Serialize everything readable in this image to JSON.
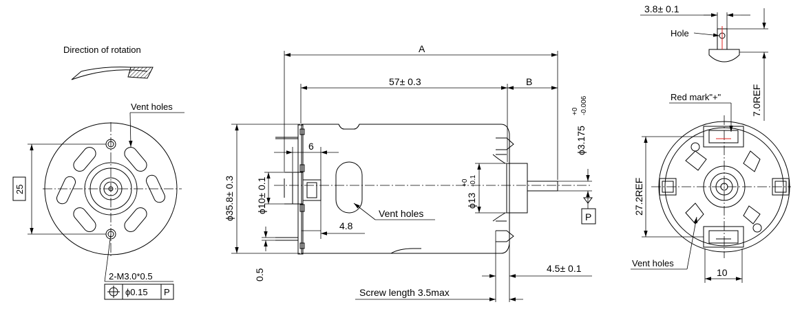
{
  "labels": {
    "direction": "Direction of rotation",
    "vent_left": "Vent holes",
    "vent_mid": "Vent holes",
    "vent_right": "Vent holes",
    "hole": "Hole",
    "red_mark": "Red mark\"+\"",
    "screw": "Screw length 3.5max",
    "m3": "2-M3.0*0.5"
  },
  "dims": {
    "bolt_spacing": "25",
    "A": "A",
    "B": "B",
    "length": "57± 0.3",
    "d6": "6",
    "d48": "4.8",
    "d05": "0.5",
    "body_dia": "ϕ35.8± 0.3",
    "boss_dia": "ϕ10± 0.1",
    "front_boss": "ϕ13",
    "front_boss_tol_up": "+0",
    "front_boss_tol_low": "-0.1",
    "shaft_dia": "ϕ3.175",
    "shaft_tol_up": "+0",
    "shaft_tol_low": "-0.006",
    "shaft_ext": "4.5± 0.1",
    "terminal_w": "3.8± 0.1",
    "terminal_h": "7.0REF",
    "term_span": "27.2REF",
    "term_width": "10"
  },
  "tolerance_frame": {
    "symbol": "⊕",
    "value": "ϕ0.15",
    "datum": "P"
  },
  "datum": "P"
}
